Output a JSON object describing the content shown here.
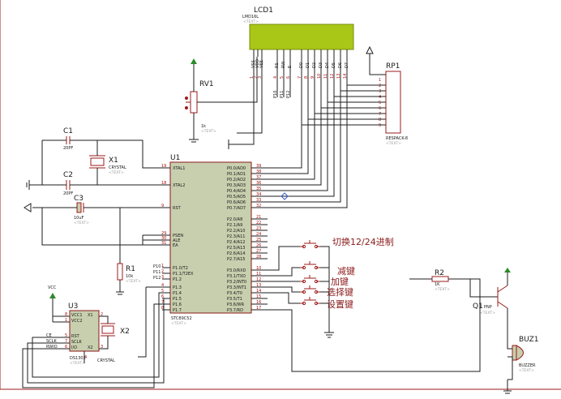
{
  "lcd": {
    "ref": "LCD1",
    "part": "LMD16L",
    "text": "<TEXT>",
    "pins": [
      "VSS",
      "VDD",
      "VEE",
      "RS",
      "RW",
      "E",
      "D0",
      "D1",
      "D2",
      "D3",
      "D4",
      "D5",
      "D6",
      "D7"
    ],
    "pin_numbers": [
      "1",
      "2",
      "3",
      "4",
      "5",
      "6",
      "7",
      "8",
      "9",
      "10",
      "11",
      "12",
      "13",
      "14"
    ]
  },
  "rv1": {
    "ref": "RV1",
    "value": "1k",
    "text": "<TEXT>"
  },
  "rp1": {
    "ref": "RP1",
    "part": "RESPACK-8",
    "text": "<TEXT>",
    "pins": [
      "1",
      "2",
      "3",
      "4",
      "5",
      "6",
      "7",
      "8",
      "9"
    ]
  },
  "c1": {
    "ref": "C1",
    "value": "20PF",
    "text": "<TEXT>"
  },
  "c2": {
    "ref": "C2",
    "value": "20PF",
    "text": "<TEXT>"
  },
  "c3": {
    "ref": "C3",
    "value": "10uF",
    "text": "<TEXT>"
  },
  "x1": {
    "ref": "X1",
    "part": "CRYSTAL",
    "text": "<TEXT>"
  },
  "x2": {
    "ref": "X2",
    "part": "CRYSTAL"
  },
  "r1": {
    "ref": "R1",
    "value": "10k",
    "text": "<TEXT>"
  },
  "r2": {
    "ref": "R2",
    "value": "1K",
    "text": "<TEXT>"
  },
  "q1": {
    "ref": "Q1",
    "part": "PNP",
    "text": "<TEXT>"
  },
  "buz1": {
    "ref": "BUZ1",
    "part": "BUZZER",
    "text": "<TEXT>"
  },
  "u3": {
    "ref": "U3",
    "part": "DS1302",
    "text": "<TEXT>",
    "vcc_label": "VCC",
    "left_pins": [
      {
        "num": "8",
        "name": "VCC1"
      },
      {
        "num": "1",
        "name": "VCC2"
      }
    ],
    "io_pins": [
      {
        "num": "5",
        "sig": "CE",
        "name": "RST"
      },
      {
        "num": "7",
        "sig": "SCLK",
        "name": "SCLK"
      },
      {
        "num": "6",
        "sig": "RWIO",
        "name": "I/O"
      }
    ],
    "right_pins": [
      {
        "num": "2",
        "name": "X1"
      },
      {
        "num": "3",
        "name": "X2"
      }
    ],
    "gnd_pin": "4"
  },
  "u1": {
    "ref": "U1",
    "part": "STC89C52",
    "text": "<TEXT>",
    "left_pins": [
      {
        "num": "19",
        "name": "XTAL1"
      },
      {
        "num": "18",
        "name": "XTAL2"
      },
      {
        "num": "9",
        "name": "RST"
      },
      {
        "num": "29",
        "name": "PSEN"
      },
      {
        "num": "30",
        "name": "ALE"
      },
      {
        "num": "31",
        "name": "EA"
      },
      {
        "num": "1",
        "name": "P1.0/T2"
      },
      {
        "num": "2",
        "name": "P1.1/T2EX"
      },
      {
        "num": "3",
        "name": "P1.2"
      },
      {
        "num": "4",
        "name": "P1.3"
      },
      {
        "num": "5",
        "name": "P1.4"
      },
      {
        "num": "6",
        "name": "P1.5"
      },
      {
        "num": "7",
        "name": "P1.6"
      },
      {
        "num": "8",
        "name": "P1.7"
      }
    ],
    "p1_labels": [
      "P10",
      "P11",
      "P12"
    ],
    "right_pins": [
      {
        "num": "39",
        "name": "P0.0/AD0"
      },
      {
        "num": "38",
        "name": "P0.1/AD1"
      },
      {
        "num": "37",
        "name": "P0.2/AD2"
      },
      {
        "num": "36",
        "name": "P0.3/AD3"
      },
      {
        "num": "35",
        "name": "P0.4/AD4"
      },
      {
        "num": "34",
        "name": "P0.5/AD5"
      },
      {
        "num": "33",
        "name": "P0.6/AD6"
      },
      {
        "num": "32",
        "name": "P0.7/AD7"
      },
      {
        "num": "21",
        "name": "P2.0/A8"
      },
      {
        "num": "22",
        "name": "P2.1/A9"
      },
      {
        "num": "23",
        "name": "P2.2/A10"
      },
      {
        "num": "24",
        "name": "P2.3/A11"
      },
      {
        "num": "25",
        "name": "P2.4/A12"
      },
      {
        "num": "26",
        "name": "P2.5/A13"
      },
      {
        "num": "27",
        "name": "P2.6/A14"
      },
      {
        "num": "28",
        "name": "P2.7/A15"
      },
      {
        "num": "10",
        "name": "P3.0/RXD"
      },
      {
        "num": "11",
        "name": "P3.1/TXD"
      },
      {
        "num": "12",
        "name": "P3.2/INT0"
      },
      {
        "num": "13",
        "name": "P3.3/INT1"
      },
      {
        "num": "14",
        "name": "P3.4/T0"
      },
      {
        "num": "15",
        "name": "P3.5/T1"
      },
      {
        "num": "16",
        "name": "P3.6/WR"
      },
      {
        "num": "17",
        "name": "P3.7/RD"
      }
    ]
  },
  "lcd_ctrl_labels": [
    "P10",
    "P11",
    "P12"
  ],
  "buttons": {
    "switch_label": "切换12/24进制",
    "minus_label": "减键",
    "plus_label": "加键",
    "select_label": "选择键",
    "set_label": "设置键"
  },
  "colors": {
    "wire": "#1e1e1e",
    "component": "#9b1b1b",
    "chip_fill": "#c7cfae",
    "lcd_fill": "#a9c716",
    "label_cn": "#8b1a1a"
  }
}
